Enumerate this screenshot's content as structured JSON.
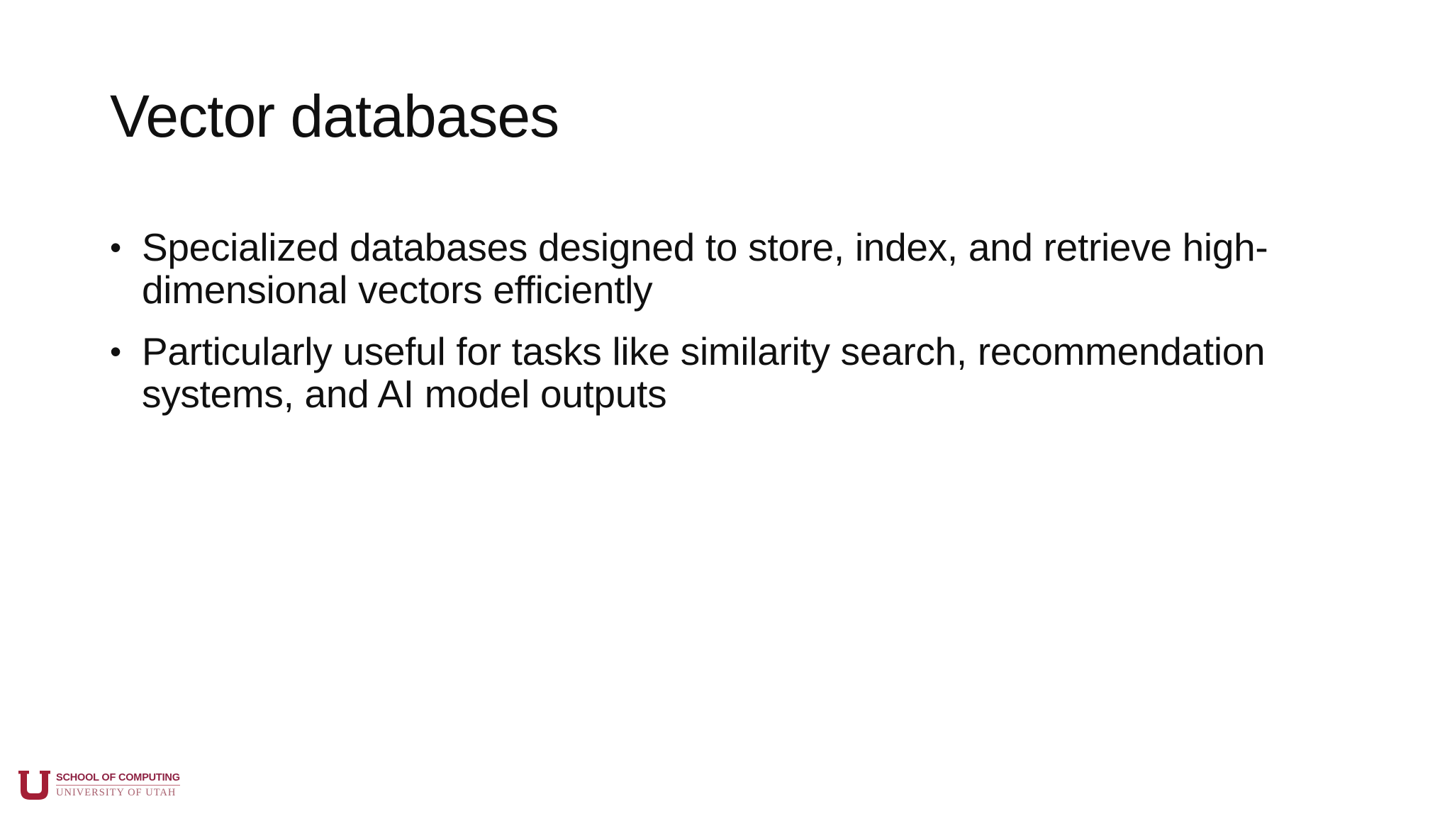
{
  "slide": {
    "title": "Vector databases",
    "bullets": [
      {
        "marker": "•",
        "lines": [
          "Specialized databases designed to store, index, and retrieve high-",
          "dimensional vectors efficiently"
        ]
      },
      {
        "marker": "•",
        "lines": [
          "Particularly useful for tasks like similarity search, recommendation",
          "systems, and AI model outputs"
        ]
      }
    ],
    "footer_logo": {
      "org": "SCHOOL OF COMPUTING",
      "institution": "UNIVERSITY OF UTAH"
    },
    "colors": {
      "background": "#ffffff",
      "text": "#101010",
      "block_u_red": "#a31e35",
      "org_dark_red": "#8d2041",
      "underline_red": "#be6a78",
      "institution_red": "#a8606e"
    }
  }
}
